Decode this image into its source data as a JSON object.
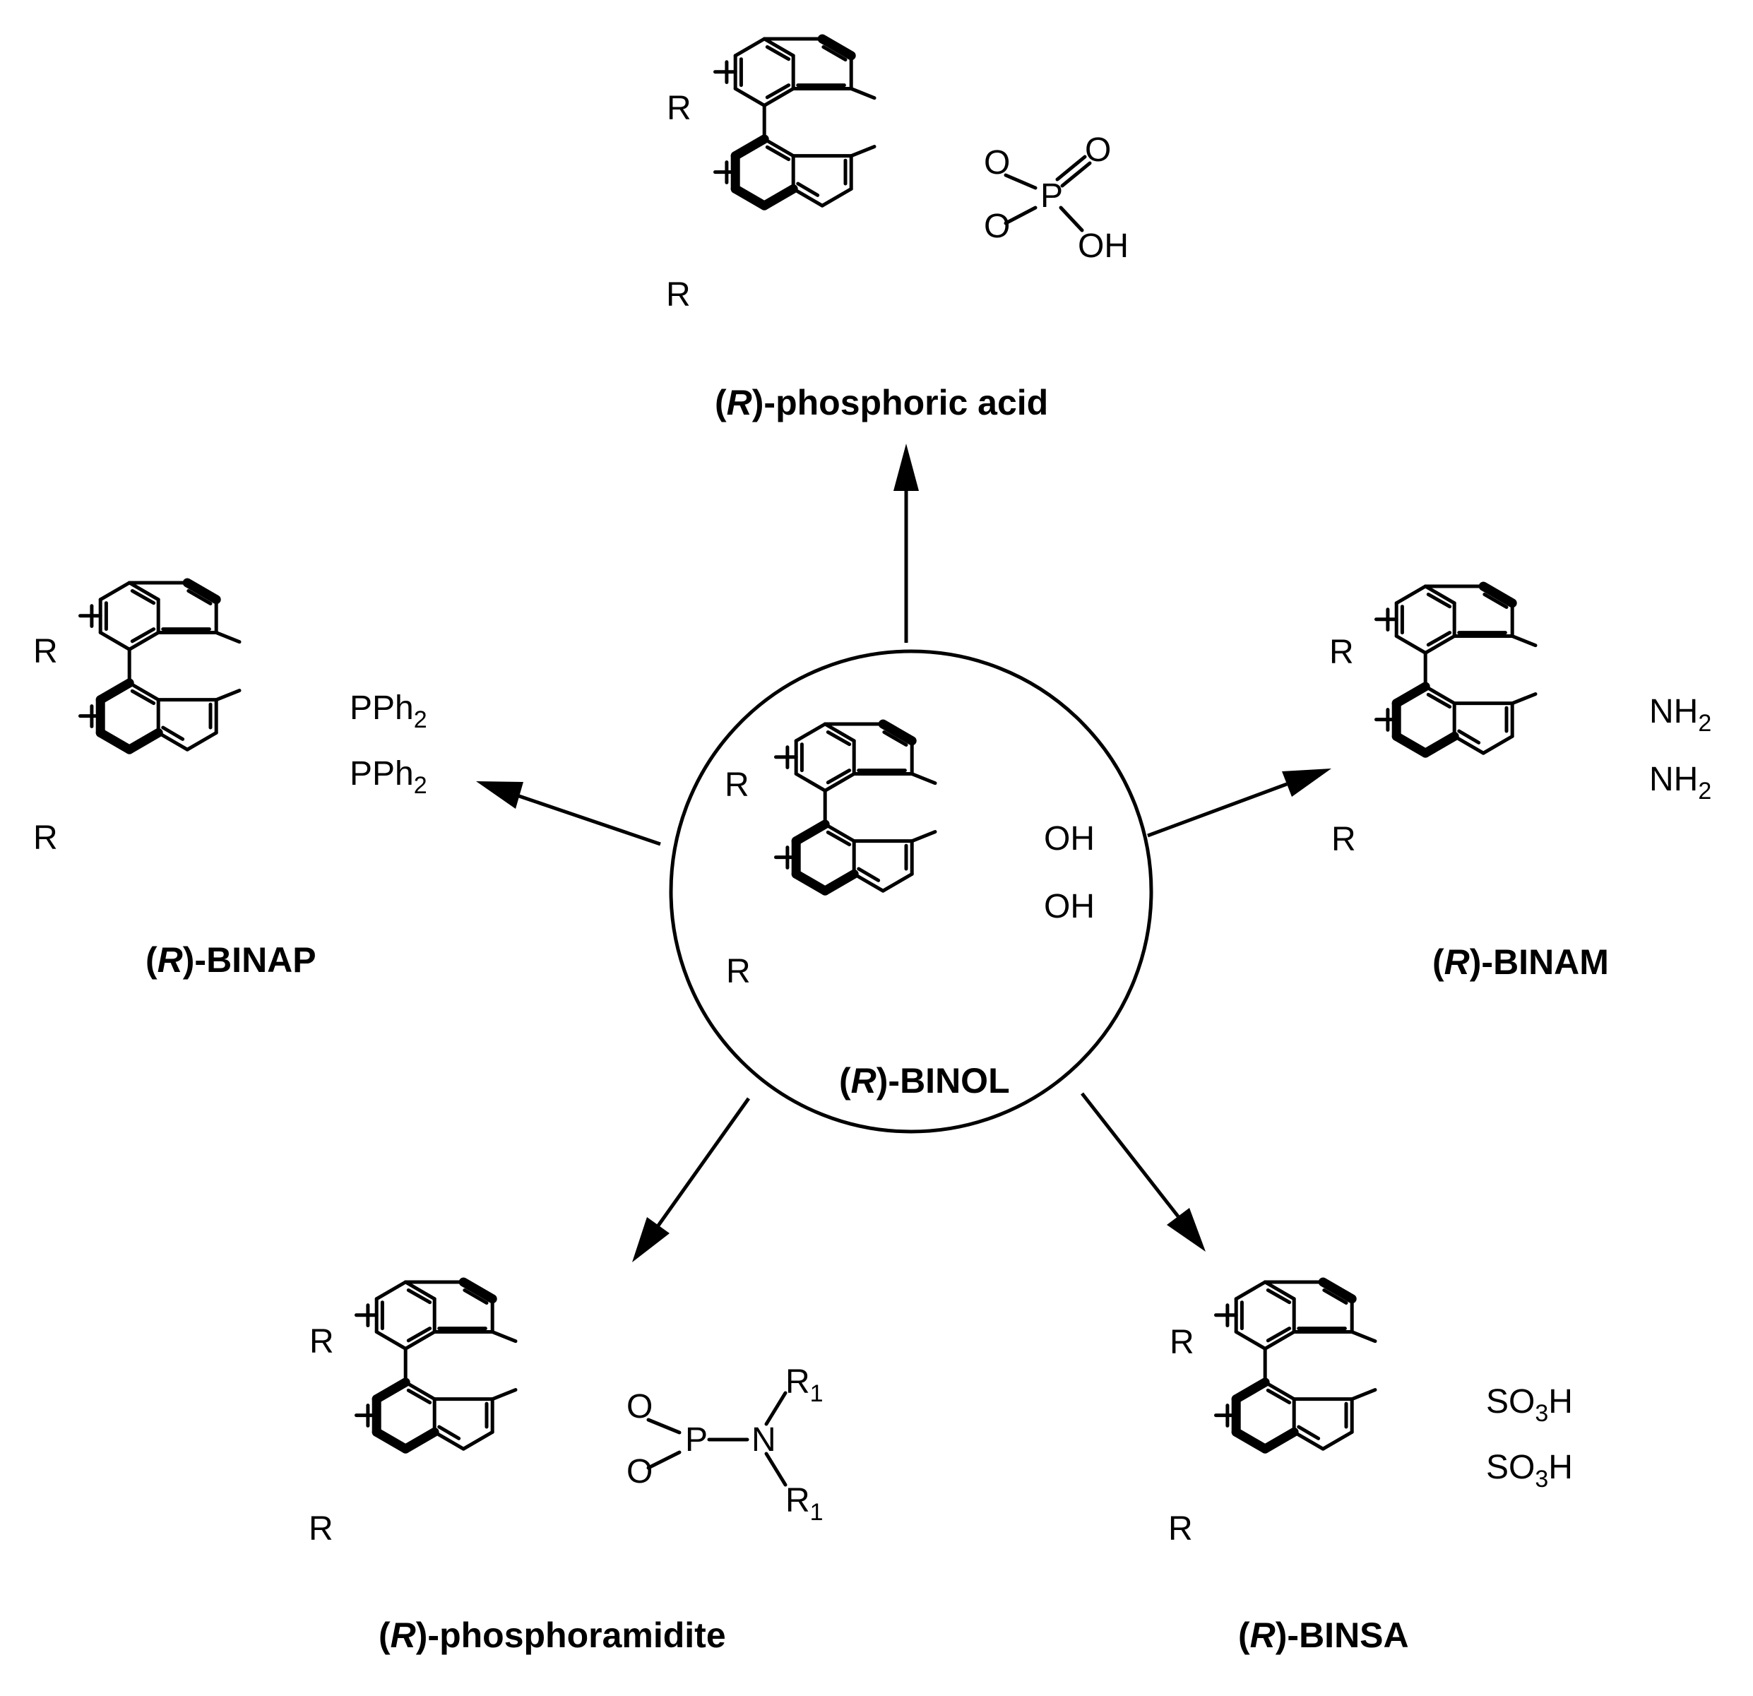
{
  "substituent_label": "R",
  "center": {
    "label_prefix": "(",
    "label_italic": "R",
    "label_suffix": ")-BINOL",
    "groups": [
      "OH",
      "OH"
    ]
  },
  "derivatives": [
    {
      "id": "phosphoric-acid",
      "label_prefix": "(",
      "label_italic": "R",
      "label_suffix": ")-phosphoric acid",
      "groups": {
        "o_top": "O",
        "o_bottom": "O",
        "p": "P",
        "oxo": "O",
        "oh": "OH"
      }
    },
    {
      "id": "binap",
      "label_prefix": "(",
      "label_italic": "R",
      "label_suffix": ")-BINAP",
      "groups": {
        "top": "PPh",
        "top_sub": "2",
        "bottom": "PPh",
        "bottom_sub": "2"
      }
    },
    {
      "id": "binam",
      "label_prefix": "(",
      "label_italic": "R",
      "label_suffix": ")-BINAM",
      "groups": {
        "top": "NH",
        "top_sub": "2",
        "bottom": "NH",
        "bottom_sub": "2"
      }
    },
    {
      "id": "phosphoramidite",
      "label_prefix": "(",
      "label_italic": "R",
      "label_suffix": ")-phosphoramidite",
      "groups": {
        "o_top": "O",
        "o_bottom": "O",
        "p": "P",
        "n": "N",
        "r1": "R",
        "r1_sub": "1"
      }
    },
    {
      "id": "binsa",
      "label_prefix": "(",
      "label_italic": "R",
      "label_suffix": ")-BINSA",
      "groups": {
        "so_pre": "SO",
        "so_sub": "3",
        "so_post": "H"
      }
    }
  ]
}
